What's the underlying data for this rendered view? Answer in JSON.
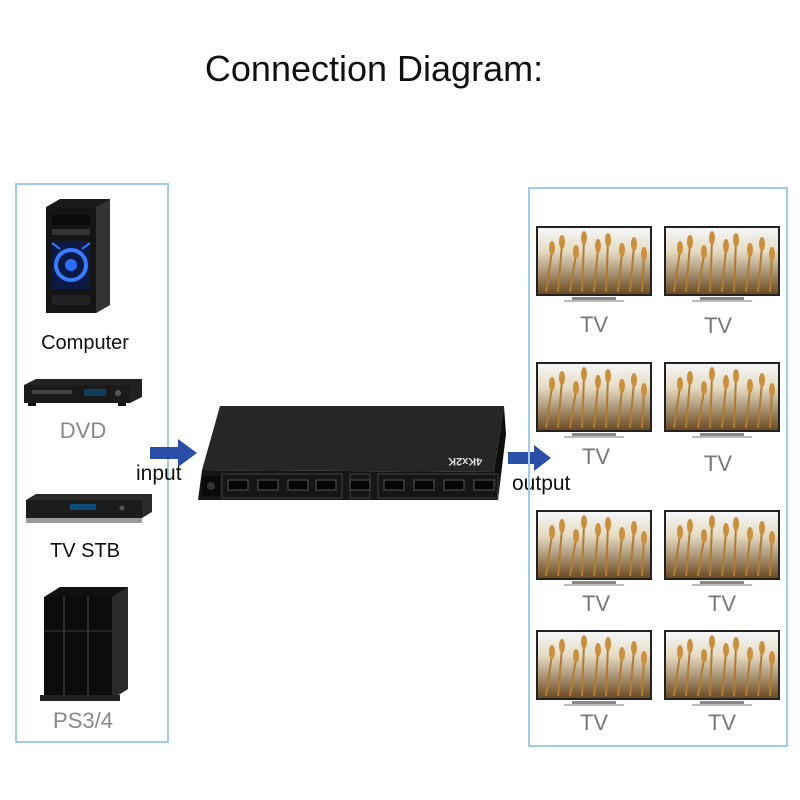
{
  "title": "Connection Diagram:",
  "sources": [
    {
      "label": "Computer",
      "icon": "computer-tower-icon"
    },
    {
      "label": "DVD",
      "icon": "dvd-player-icon"
    },
    {
      "label": "TV STB",
      "icon": "set-top-box-icon"
    },
    {
      "label": "PS3/4",
      "icon": "game-console-icon"
    }
  ],
  "input_label": "input",
  "output_label": "output",
  "device": {
    "badge": "4Kx2K"
  },
  "outputs": [
    "TV",
    "TV",
    "TV",
    "TV",
    "TV",
    "TV",
    "TV",
    "TV"
  ],
  "colors": {
    "panel_border": "#9fcbe3",
    "arrow": "#2b4fa8",
    "device": "#1c1c1c"
  }
}
